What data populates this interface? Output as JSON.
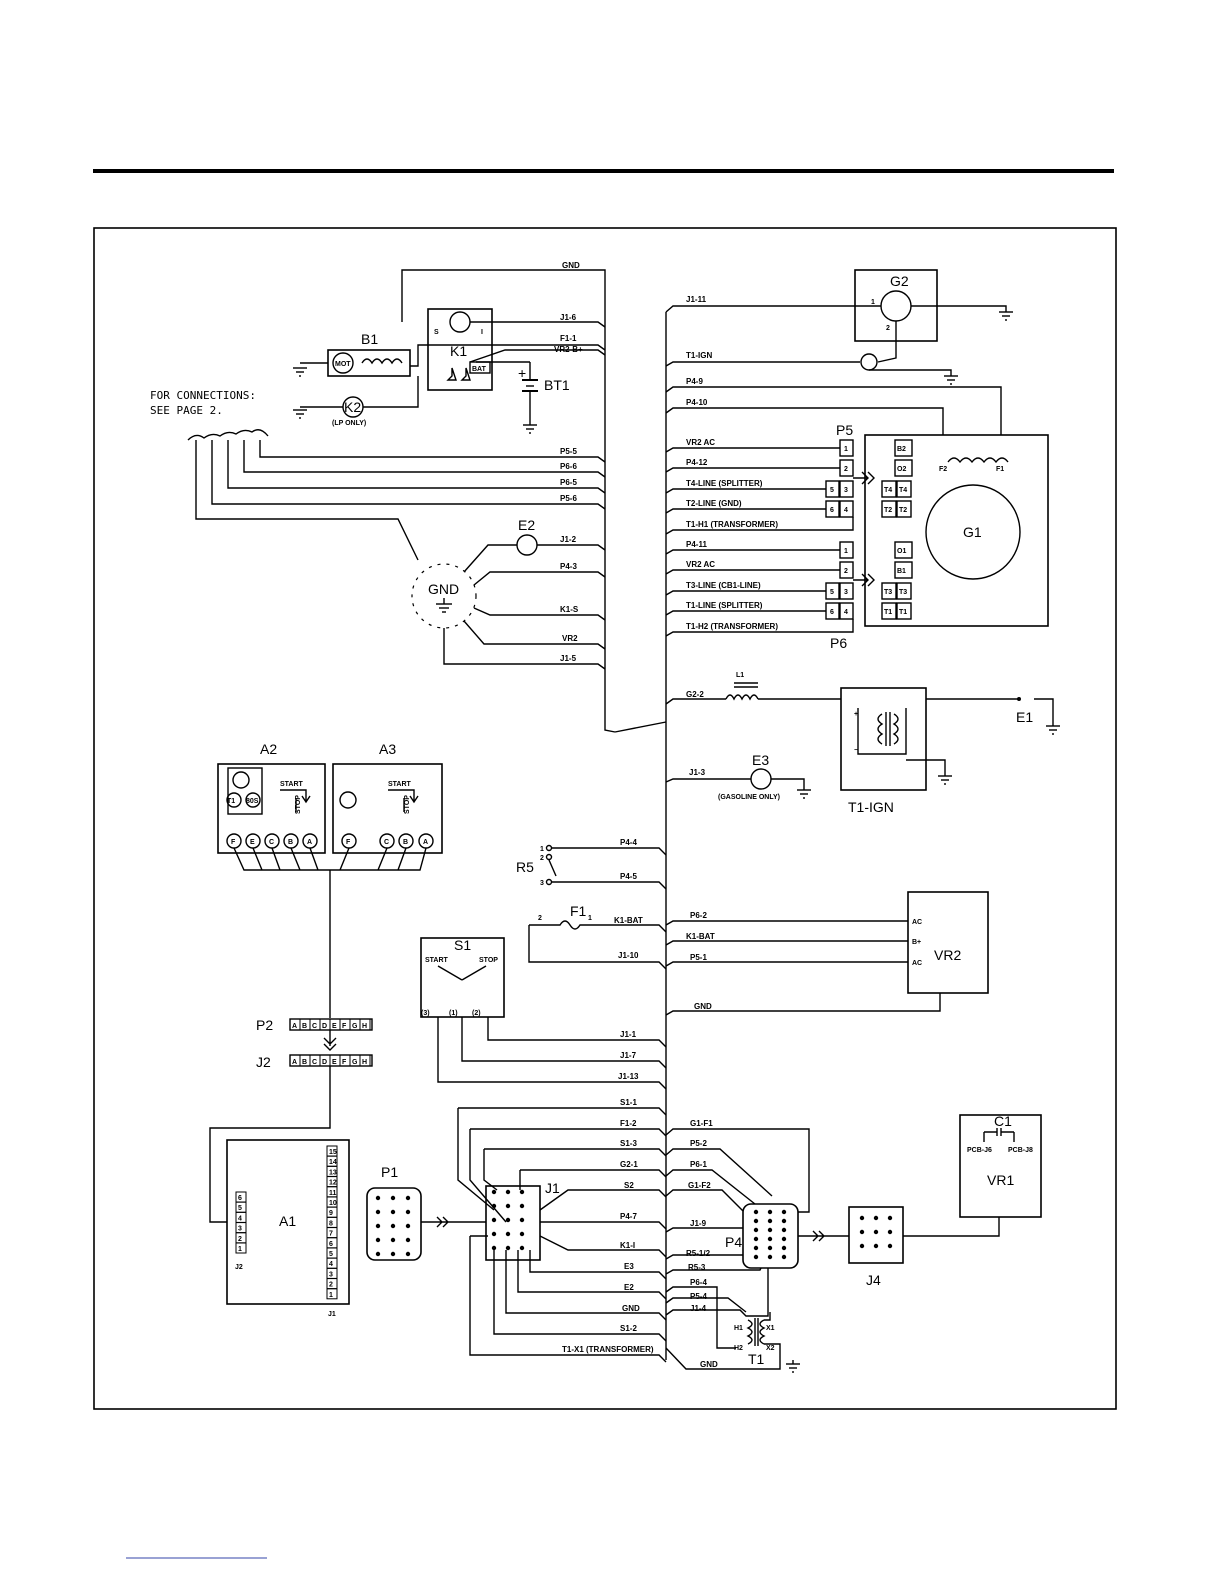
{
  "note": {
    "line1": "FOR CONNECTIONS:",
    "line2": "SEE PAGE 2."
  },
  "components": {
    "B1": "B1",
    "K1": "K1",
    "BT1": "BT1",
    "K2": "K2",
    "K2_note": "(LP ONLY)",
    "MOT": "MOT",
    "BAT": "BAT",
    "S": "S",
    "I": "I",
    "G2": "G2",
    "G1": "G1",
    "P5": "P5",
    "P6": "P6",
    "E2": "E2",
    "GND_hub": "GND",
    "L1": "L1",
    "E1": "E1",
    "T1IGN": "T1-IGN",
    "E3": "E3",
    "E3_note": "(GASOLINE ONLY)",
    "A2": "A2",
    "A3": "A3",
    "R5": "R5",
    "F1": "F1",
    "S1": "S1",
    "VR2": "VR2",
    "P2": "P2",
    "J2": "J2",
    "A1": "A1",
    "P1": "P1",
    "J1": "J1",
    "P4": "P4",
    "T1": "T1",
    "J4": "J4",
    "C1": "C1",
    "VR1": "VR1",
    "START": "START",
    "STOP": "STOP",
    "S1_pins": [
      "(3)",
      "(1)",
      "(2)"
    ],
    "PCB_J6": "PCB-J6",
    "PCB_J8": "PCB-J8",
    "H1": "H1",
    "H2": "H2",
    "X1": "X1",
    "X2": "X2",
    "AC": "AC",
    "Bplus": "B+",
    "a_pins": [
      "F",
      "E",
      "C",
      "B",
      "A"
    ],
    "a3_pins": [
      "F",
      "C",
      "B",
      "A"
    ],
    "p2_pins": [
      "A",
      "B",
      "C",
      "D",
      "E",
      "F",
      "G",
      "H"
    ],
    "a1_left": [
      "6",
      "5",
      "4",
      "3",
      "2",
      "1"
    ],
    "a1_right": [
      "15",
      "14",
      "13",
      "12",
      "11",
      "10",
      "9",
      "8",
      "7",
      "6",
      "5",
      "4",
      "3",
      "2",
      "1"
    ],
    "a1_j2": "J2",
    "a1_j1": "J1",
    "p5_pins": [
      "1",
      "2",
      "5",
      "3",
      "6",
      "4"
    ],
    "g1_terms": [
      "B2",
      "O2",
      "T4",
      "T4",
      "T2",
      "T2",
      "O1",
      "B1",
      "T3",
      "T3",
      "T1",
      "T1"
    ],
    "F2": "F2",
    "F1t": "F1",
    "g2_pins": [
      "1",
      "2"
    ],
    "r5_pins": [
      "1",
      "2",
      "3"
    ],
    "f1_pins": [
      "2",
      "1"
    ]
  },
  "wires": {
    "top_gnd": "GND",
    "j1_6": "J1-6",
    "f1_1": "F1-1",
    "vr2_bplus": "VR2-B+",
    "p5_5": "P5-5",
    "p6_6": "P6-6",
    "p6_5": "P6-5",
    "p5_6": "P5-6",
    "j1_2": "J1-2",
    "p4_3": "P4-3",
    "k1_s": "K1-S",
    "vr2": "VR2",
    "j1_5": "J1-5",
    "j1_11": "J1-11",
    "t1_ign": "T1-IGN",
    "p4_9": "P4-9",
    "p4_10": "P4-10",
    "vr2_ac_a": "VR2 AC",
    "p4_12": "P4-12",
    "t4_line": "T4-LINE (SPLITTER)",
    "t2_line": "T2-LINE (GND)",
    "t1_h1": "T1-H1 (TRANSFORMER)",
    "p4_11": "P4-11",
    "vr2_ac_b": "VR2 AC",
    "t3_line": "T3-LINE (CB1-LINE)",
    "t1_line": "T1-LINE (SPLITTER)",
    "t1_h2": "T1-H2 (TRANSFORMER)",
    "g2_2": "G2-2",
    "j1_3": "J1-3",
    "p4_4": "P4-4",
    "p4_5": "P4-5",
    "k1_bat_a": "K1-BAT",
    "j1_10": "J1-10",
    "p6_2": "P6-2",
    "k1_bat_b": "K1-BAT",
    "p5_1": "P5-1",
    "gnd_vr2": "GND",
    "j1_1": "J1-1",
    "j1_7": "J1-7",
    "j1_13": "J1-13",
    "s1_1": "S1-1",
    "f1_2": "F1-2",
    "s1_3": "S1-3",
    "g2_1": "G2-1",
    "s2": "S2",
    "p4_7": "P4-7",
    "k1_i": "K1-I",
    "e3": "E3",
    "e2": "E2",
    "gnd_j1": "GND",
    "s1_2": "S1-2",
    "t1_x1": "T1-X1 (TRANSFORMER)",
    "g1_f1": "G1-F1",
    "p5_2": "P5-2",
    "p6_1": "P6-1",
    "g1_f2": "G1-F2",
    "j1_9": "J1-9",
    "r5_12": "R5-1/2",
    "r5_3": "R5-3",
    "p6_4": "P6-4",
    "p5_4": "P5-4",
    "j1_4": "J1-4",
    "gnd_t1": "GND"
  }
}
